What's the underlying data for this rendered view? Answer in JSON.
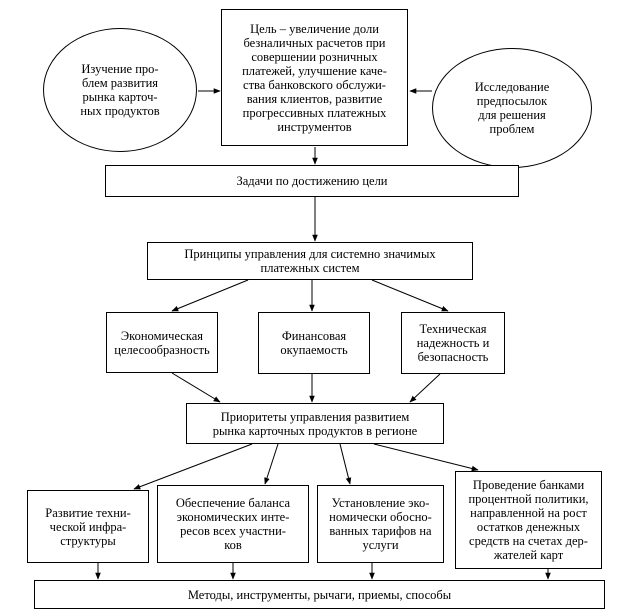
{
  "nodes": {
    "goal": "Цель – увеличение доли\nбезналичных расчетов при\nсовершении розничных\nплатежей, улучшение каче-\nства банковского обслужи-\nвания клиентов, развитие\nпрогрессивных платежных\nинструментов",
    "study": "Изучение про-\nблем развития\nрынка карточ-\nных продуктов",
    "research": "Исследование\nпредпосылок\nдля решения\nпроблем",
    "tasks": "Задачи по достижению цели",
    "principles": "Принципы управления для системно значимых\nплатежных систем",
    "economic": "Экономическая\nцелесообразность",
    "financial": "Финансовая\nокупаемость",
    "technical": "Техническая\nнадежность и\nбезопасность",
    "priorities": "Приоритеты управления развитием\nрынка карточных продуктов в регионе",
    "infrastructure": "Развитие техни-\nческой инфра-\nструктуры",
    "balance": "Обеспечение баланса\nэкономических инте-\nресов  всех участни-\nков",
    "tariffs": "Установление эко-\nномически обосно-\nванных тарифов на\nуслуги",
    "interest": "Проведение банками\nпроцентной политики,\nнаправленной на рост\nостатков денежных\nсредств на счетах дер-\nжателей карт",
    "methods": "Методы, инструменты, рычаги, приемы, способы"
  }
}
